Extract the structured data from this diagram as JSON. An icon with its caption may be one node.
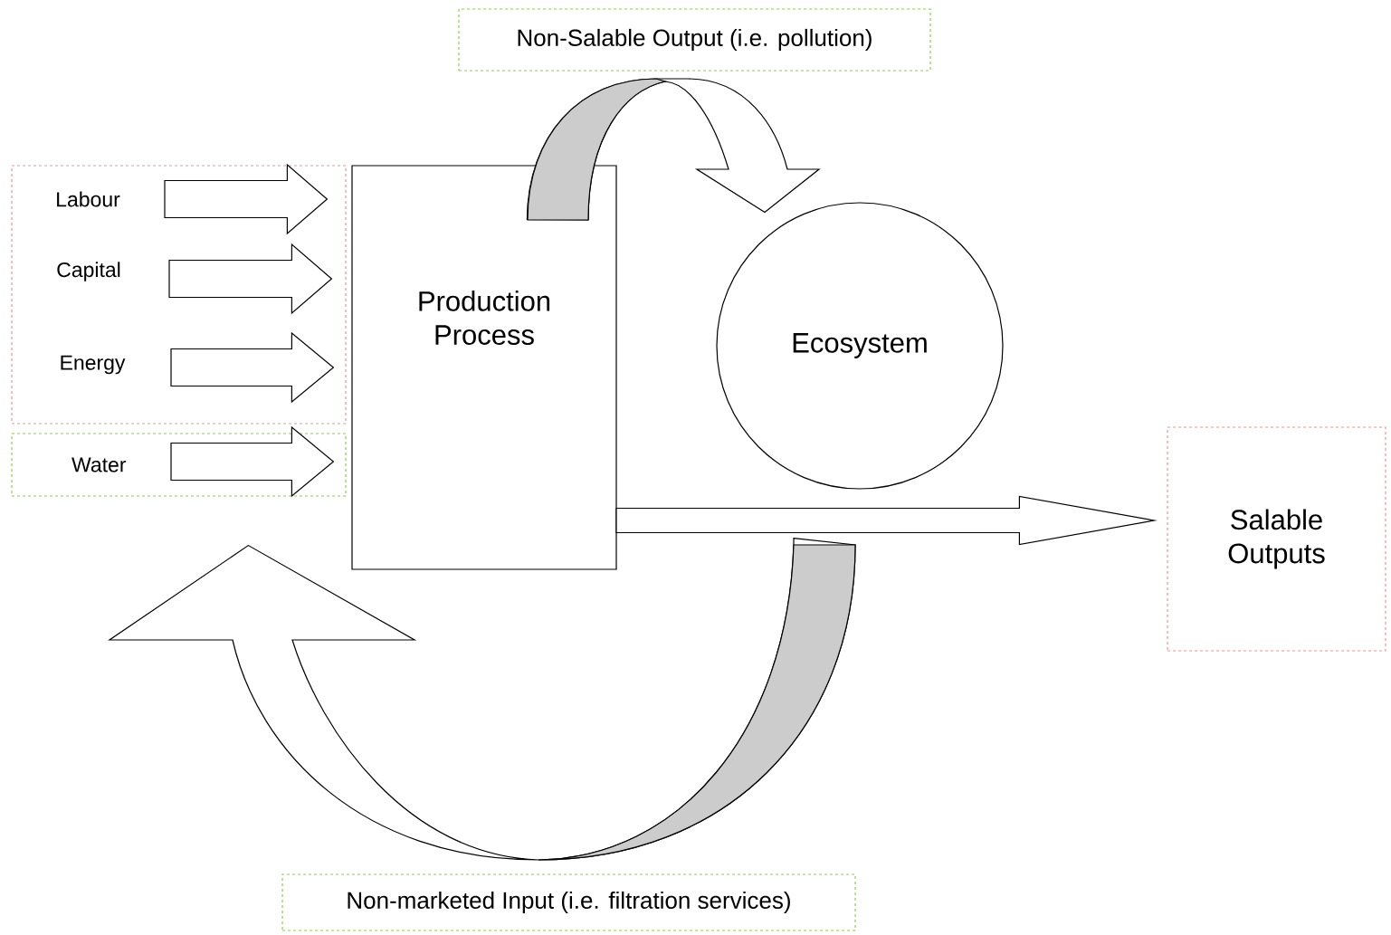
{
  "diagram": {
    "nodes": [
      {
        "text": [],
        "shape": "box"
      },
      {
        "text": [
          "Labour"
        ],
        "in": 0
      },
      {
        "text": [
          "Capital"
        ],
        "in": 0
      },
      {
        "text": [
          "Energy"
        ],
        "in": 0
      },
      {
        "text": [
          "Water"
        ]
      },
      {
        "text": [
          "Production Process"
        ]
      },
      {
        "text": [
          "Ecosystem"
        ]
      },
      {
        "text": [
          "Salable Outputs"
        ]
      },
      {
        "text": [
          "Non-Salable Output (i.e. pollution)"
        ]
      },
      {
        "text": [
          "Non-marketed Input (i.e. filtration services)"
        ]
      }
    ],
    "edges": [
      {
        "from": 1,
        "to": 5,
        "arrow": "to"
      },
      {
        "from": 2,
        "to": 5,
        "arrow": "to"
      },
      {
        "from": 3,
        "to": 5,
        "arrow": "to"
      },
      {
        "from": 4,
        "to": 5,
        "arrow": "to"
      },
      {
        "from": 5,
        "to": 7,
        "arrow": "to"
      },
      {
        "from": 5,
        "to": 6,
        "arrow": "to"
      },
      {
        "from": 6,
        "to": 5,
        "arrow": "to"
      }
    ]
  }
}
